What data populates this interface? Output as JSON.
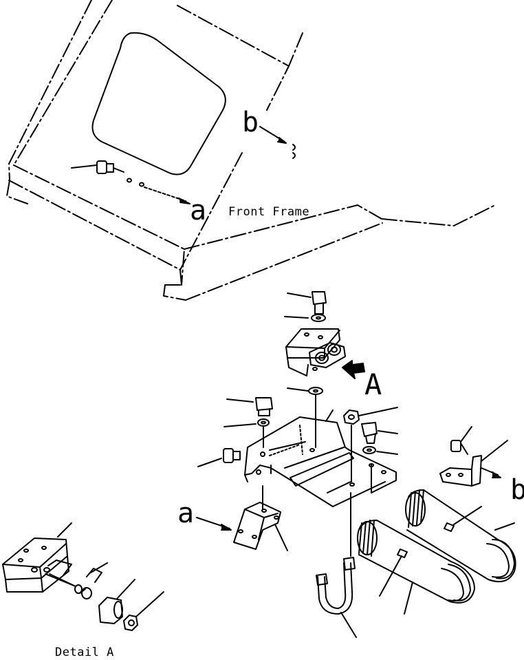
{
  "labels": {
    "front_frame": "Front Frame",
    "detail": "Detail A",
    "ref_a_top": "a",
    "ref_b_top": "b",
    "ref_A": "A",
    "ref_a_bracket": "a",
    "ref_b_bracket": "b"
  },
  "colors": {
    "ink": "#000000",
    "paper": "#ffffff"
  },
  "icons": [
    "view-direction-arrow-icon"
  ]
}
